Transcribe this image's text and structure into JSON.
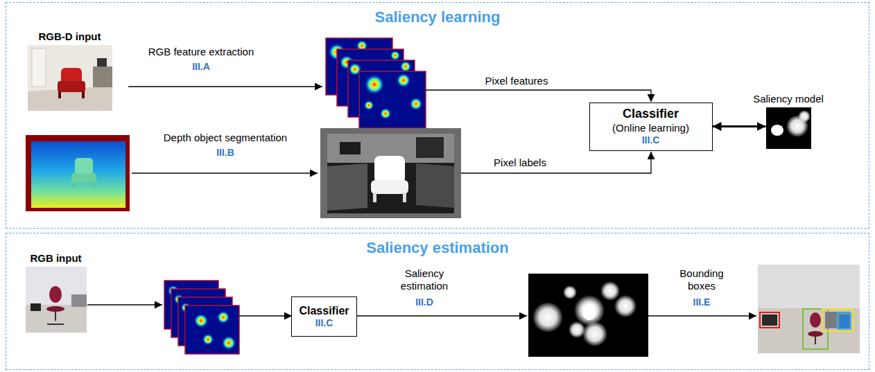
{
  "diagram": {
    "nodes": [
      {
        "text": [
          "Saliency learning"
        ]
      },
      {
        "text": [
          "RGB-D input"
        ],
        "in": 0
      },
      {
        "text": [
          "Classifier",
          "(Online learning)",
          "III.C"
        ],
        "in": 0
      },
      {
        "text": [
          "Saliency model"
        ],
        "in": 0
      },
      {
        "text": [
          "Saliency estimation"
        ]
      },
      {
        "text": [
          "RGB input"
        ],
        "in": 4
      },
      {
        "text": [
          "Classifier",
          "III.C"
        ],
        "in": 4
      }
    ],
    "edges": [
      {
        "from": 2,
        "to": 3,
        "arrow": "both"
      }
    ],
    "labels": [
      "RGB feature extraction",
      "III.A",
      "Pixel features",
      "Depth object segmentation",
      "III.B",
      "Pixel labels",
      "Saliency estimation",
      "III.D",
      "Bounding boxes",
      "III.E"
    ]
  }
}
